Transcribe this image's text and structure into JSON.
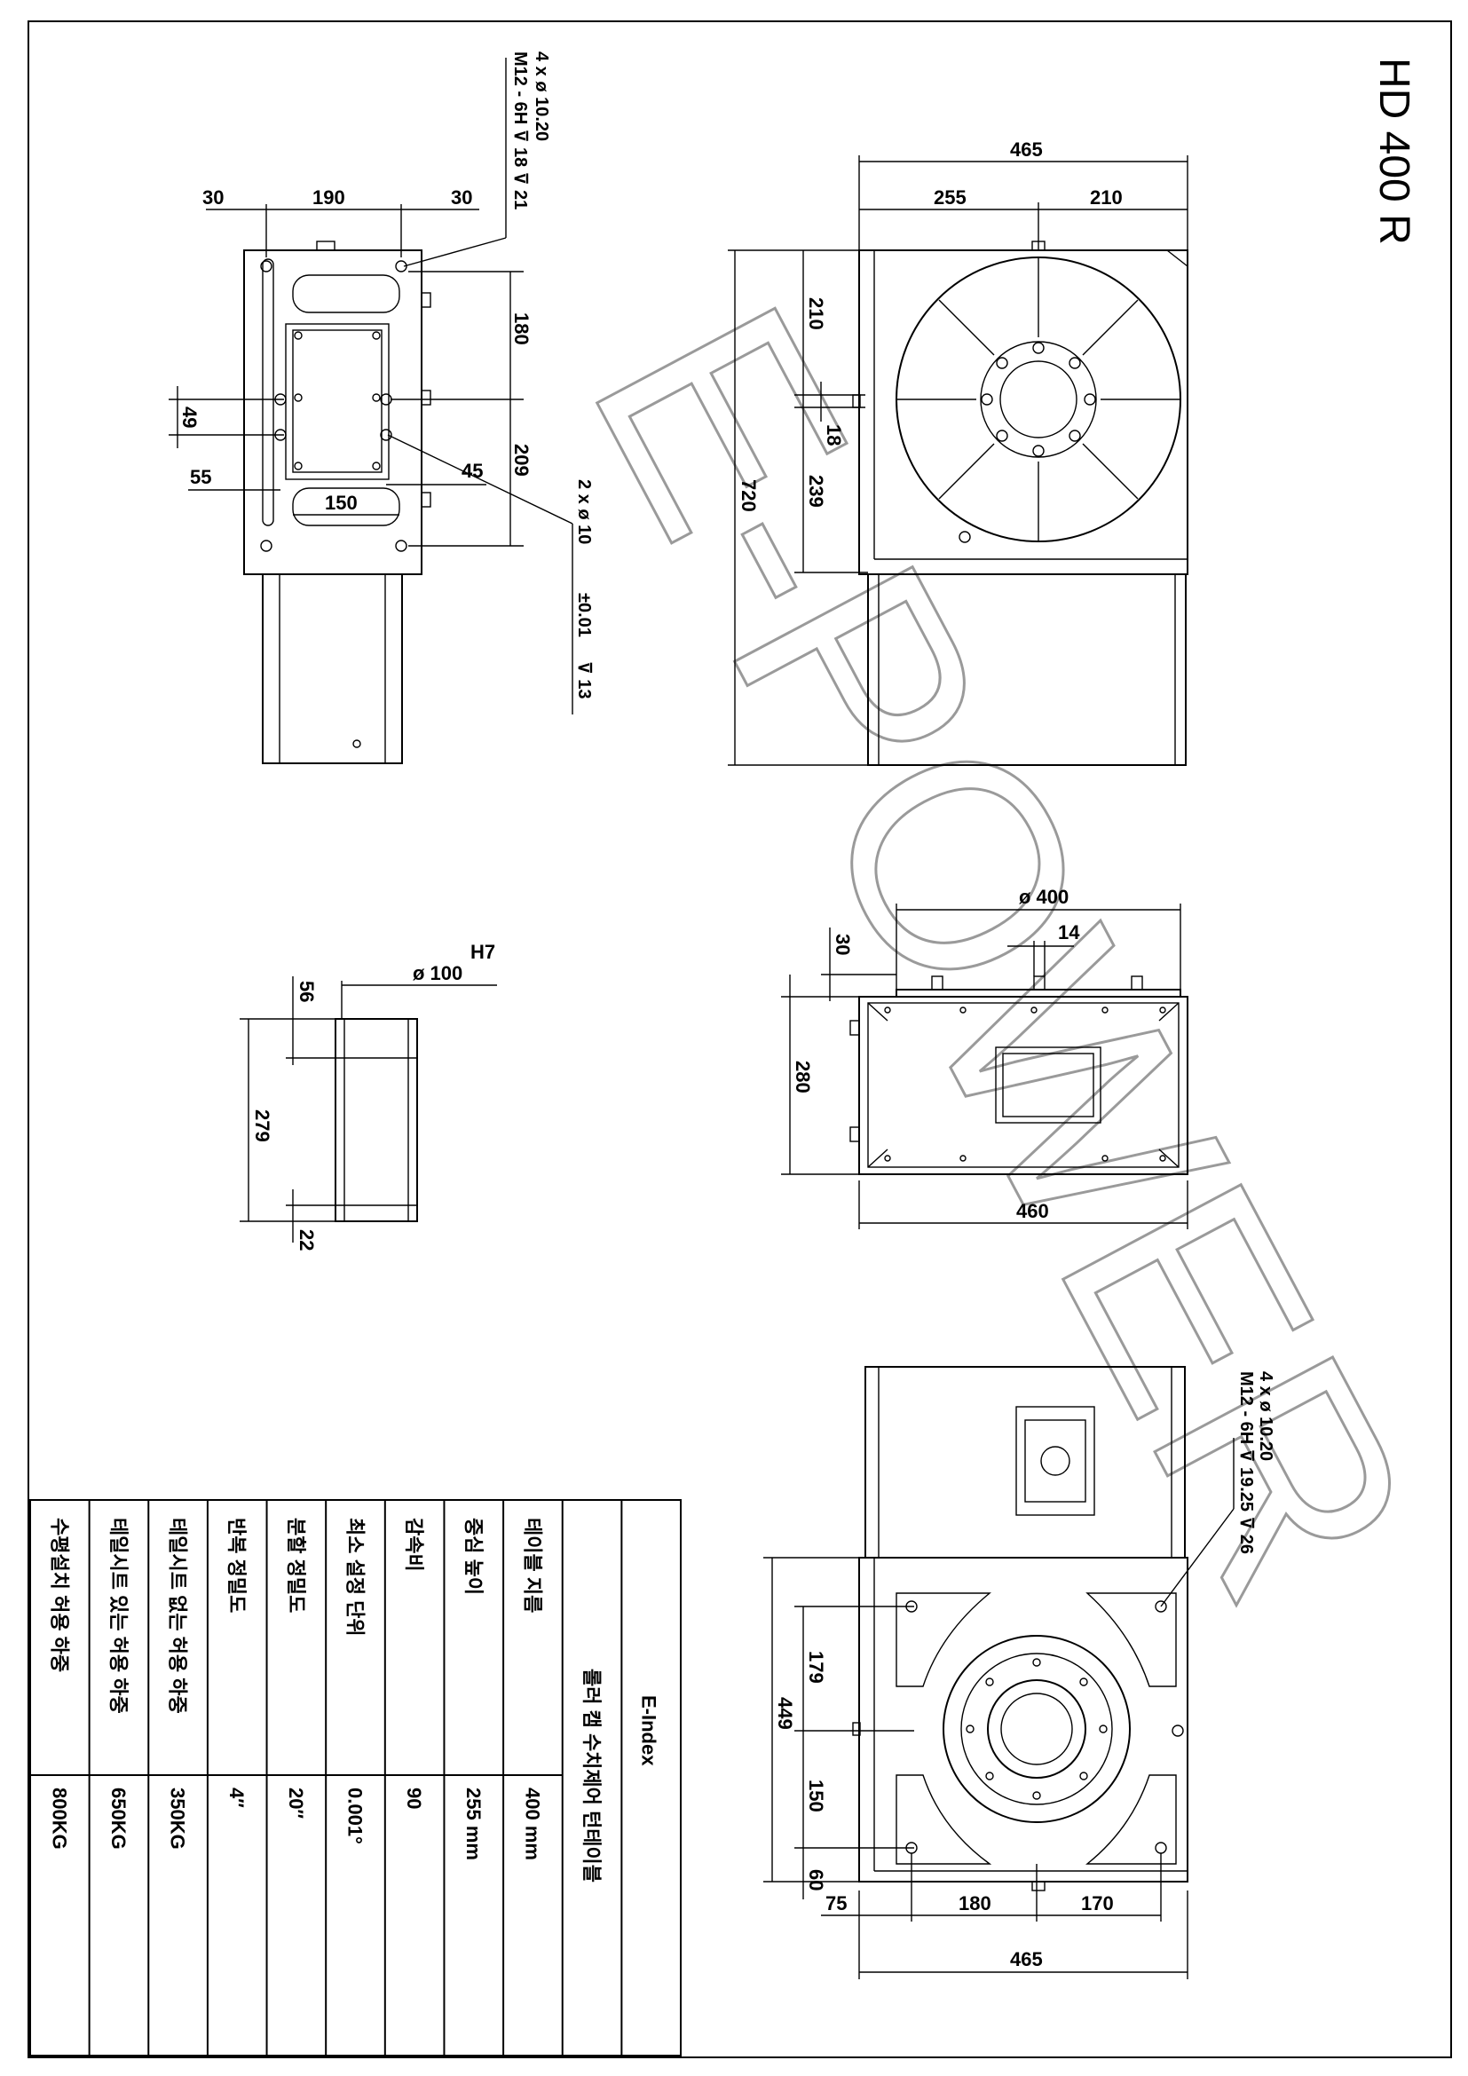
{
  "title": "HD 400 R",
  "watermark": "E-POWER",
  "table": {
    "header_brand": "E-Index",
    "header_subtitle": "롤러 캠 수치제어 턴테이블",
    "rows": [
      {
        "label": "테이블 지름",
        "value": "400 mm"
      },
      {
        "label": "중심 높이",
        "value": "255 mm"
      },
      {
        "label": "감속비",
        "value": "90"
      },
      {
        "label": "최소 설정 단위",
        "value": "0.001°"
      },
      {
        "label": "분할 정밀도",
        "value": "20″"
      },
      {
        "label": "반복 정밀도",
        "value": "4″"
      },
      {
        "label": "테일시트 없는 허용 하중",
        "value": "350KG"
      },
      {
        "label": "테일시트 있는 허용 하중",
        "value": "650KG"
      },
      {
        "label": "수평설치 허용 하중",
        "value": "800KG"
      }
    ]
  },
  "left_top_view": {
    "callout_upper": "4 x ø 10.20",
    "callout_upper_2": "M12 - 6H ⊽ 18 ⊽ 21",
    "callout_lower": "2 x ø 10",
    "callout_lower_2": "±0.01",
    "callout_lower_3": "⊽ 13",
    "dims": [
      "30",
      "190",
      "30",
      "180",
      "49",
      "55",
      "45",
      "209",
      "150"
    ]
  },
  "right_top_view": {
    "dims": [
      "465",
      "255",
      "210",
      "720",
      "210",
      "18",
      "239"
    ]
  },
  "bushing_view": {
    "fit": "H7",
    "dims": [
      "ø 100",
      "56",
      "279",
      "22"
    ]
  },
  "side_view": {
    "dims": [
      "ø 400",
      "14",
      "30",
      "280",
      "460"
    ]
  },
  "bottom_view": {
    "callout": "4 x ø 10.20",
    "callout_2": "M12 - 6H ⊽ 19.25 ⊽ 26",
    "dims": [
      "179",
      "449",
      "150",
      "60",
      "75",
      "180",
      "170",
      "465"
    ]
  }
}
